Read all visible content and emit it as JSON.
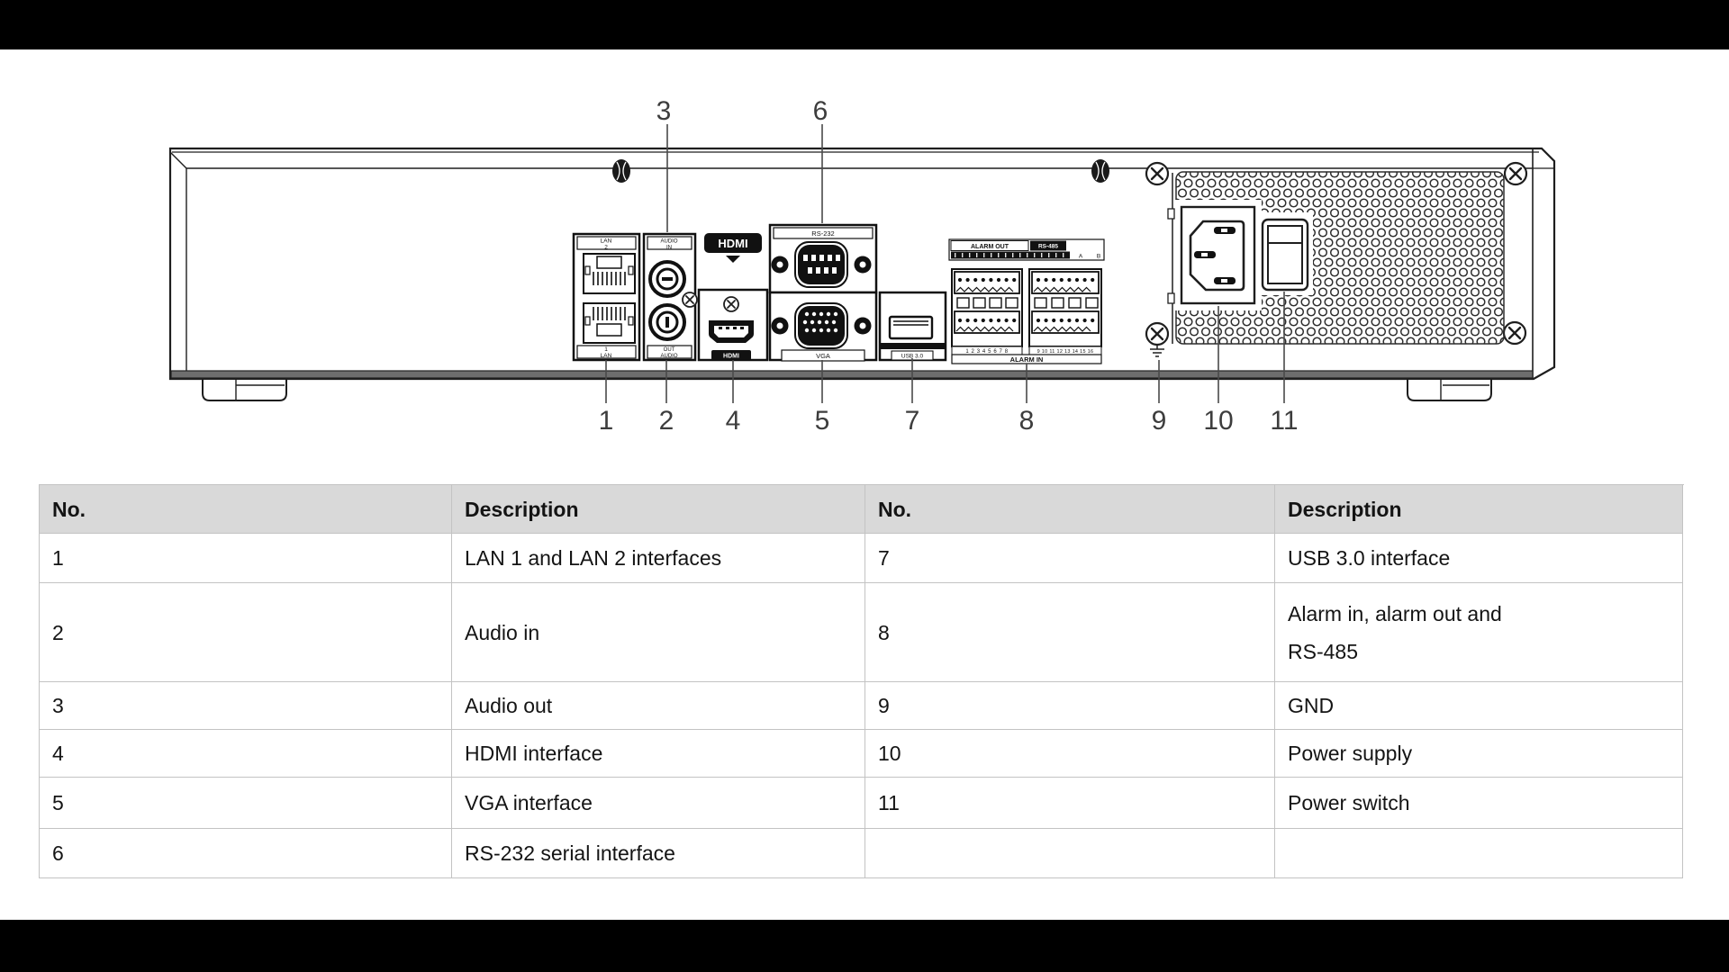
{
  "page": {
    "background": "#ffffff",
    "top_bar_color": "#000000",
    "bottom_bar_color": "#000000"
  },
  "diagram": {
    "type": "rear-panel-technical-diagram",
    "port_labels": {
      "lan_top_1": "LAN",
      "lan_top_2": "2",
      "lan_bottom_1": "1",
      "lan_bottom_2": "LAN",
      "audio_top_1": "AUDIO",
      "audio_top_2": "IN",
      "audio_bottom_1": "OUT",
      "audio_bottom_2": "AUDIO",
      "hdmi_logo": "HDMI",
      "hdmi_port_label": "HDMI",
      "rs232_label": "RS-232",
      "vga_label": "VGA",
      "usb_label": "USB 3.0",
      "alarm_out_label": "ALARM OUT",
      "rs485_label": "RS-485",
      "rs485_a": "A",
      "rs485_b": "B",
      "alarm_in_label": "ALARM IN",
      "pins_left": "1 2 3 4 5 6 7 8",
      "pins_right": "9 10 11 12 13 14 15 16"
    },
    "callouts": {
      "top": [
        {
          "label": "3"
        },
        {
          "label": "6"
        }
      ],
      "bottom": [
        {
          "label": "1"
        },
        {
          "label": "2"
        },
        {
          "label": "4"
        },
        {
          "label": "5"
        },
        {
          "label": "7"
        },
        {
          "label": "8"
        },
        {
          "label": "9"
        },
        {
          "label": "10"
        },
        {
          "label": "11"
        }
      ]
    }
  },
  "table": {
    "header_bg": "#d9d9d9",
    "border_color": "#c3c3c3",
    "headers": [
      "No.",
      "Description",
      "No.",
      "Description"
    ],
    "rows": [
      [
        "1",
        "LAN 1 and LAN 2 interfaces",
        "7",
        "USB 3.0 interface"
      ],
      [
        "2",
        "Audio in",
        "8",
        "Alarm in, alarm out and\nRS-485"
      ],
      [
        "3",
        "Audio out",
        "9",
        "GND"
      ],
      [
        "4",
        "HDMI interface",
        "10",
        "Power supply"
      ],
      [
        "5",
        "VGA interface",
        "11",
        "Power switch"
      ],
      [
        "6",
        "RS-232 serial interface",
        "",
        ""
      ]
    ]
  }
}
